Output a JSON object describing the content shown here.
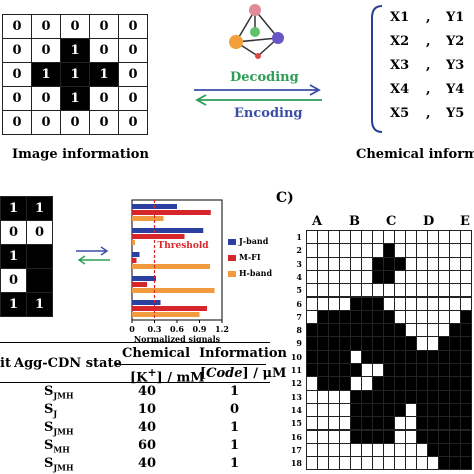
{
  "image_grid": {
    "rows": [
      [
        "0",
        "0",
        "0",
        "0",
        "0"
      ],
      [
        "0",
        "0",
        "1",
        "0",
        "0"
      ],
      [
        "0",
        "1",
        "1",
        "1",
        "0"
      ],
      [
        "0",
        "0",
        "1",
        "0",
        "0"
      ],
      [
        "0",
        "0",
        "0",
        "0",
        "0"
      ]
    ],
    "caption": "Image information"
  },
  "decode_label": "Decoding",
  "encode_label": "Encoding",
  "colors": {
    "decode": "#2e9e57",
    "encode": "#3a4ea6",
    "brace": "#2b3f8f",
    "jband": "#2b3fa0",
    "mfi": "#d7262b",
    "hband": "#f29a3e",
    "threshold": "#d7262b"
  },
  "molecule_icon": "molecular-cluster-icon",
  "chemical": {
    "pairs": [
      {
        "x": "X1",
        "sep": ",",
        "y": "Y1"
      },
      {
        "x": "X2",
        "sep": ",",
        "y": "Y2"
      },
      {
        "x": "X3",
        "sep": ",",
        "y": "Y3"
      },
      {
        "x": "X4",
        "sep": ",",
        "y": "Y4"
      },
      {
        "x": "X5",
        "sep": ",",
        "y": "Y5"
      }
    ],
    "caption": "Chemical informat"
  },
  "left_partial_grid": {
    "rows": [
      [
        "1",
        "1"
      ],
      [
        "0",
        "0"
      ],
      [
        "1",
        ""
      ],
      [
        "0",
        ""
      ],
      [
        "1",
        "1"
      ]
    ]
  },
  "chart_data": {
    "type": "bar",
    "orientation": "horizontal",
    "series": [
      {
        "name": "J-band",
        "values": [
          0.6,
          0.95,
          0.1,
          0.32,
          0.38
        ]
      },
      {
        "name": "M-FI",
        "values": [
          1.05,
          0.7,
          0.06,
          0.2,
          1.0
        ]
      },
      {
        "name": "H-band",
        "values": [
          0.42,
          0.04,
          1.04,
          1.1,
          0.9
        ]
      }
    ],
    "threshold": 0.3,
    "threshold_label": "Threshold",
    "xlabel": "Normalized signals",
    "xticks": [
      "0",
      "0.3",
      "0.6",
      "0.9",
      "1.2"
    ],
    "xlim": [
      0,
      1.2
    ],
    "legend_position": "right"
  },
  "table": {
    "headers": {
      "col0": "it",
      "col1": "Agg-CDN state",
      "group": "Chemical  Information",
      "col2": "[K⁺] / mM",
      "col3": "[Code] / μM"
    },
    "rows": [
      {
        "state_main": "S",
        "state_sub": "JMH",
        "k": "40",
        "code": "1"
      },
      {
        "state_main": "S",
        "state_sub": "J",
        "k": "10",
        "code": "0"
      },
      {
        "state_main": "S",
        "state_sub": "JMH",
        "k": "40",
        "code": "1"
      },
      {
        "state_main": "S",
        "state_sub": "MH",
        "k": "60",
        "code": "1"
      },
      {
        "state_main": "S",
        "state_sub": "JMH",
        "k": "40",
        "code": "1"
      }
    ]
  },
  "panel_c": {
    "label": "C)",
    "col_labels": [
      "A",
      "B",
      "C",
      "D",
      "E"
    ],
    "row_labels": [
      "1",
      "2",
      "3",
      "4",
      "5",
      "6",
      "7",
      "8",
      "9",
      "10",
      "11",
      "12",
      "13",
      "14",
      "15",
      "16",
      "17",
      "18"
    ],
    "cells": [
      "000000000000000",
      "000000010000000",
      "000000111000000",
      "000000110000000",
      "000000000000000",
      "000011100000000",
      "011111110000001",
      "111111111000011",
      "111111111100111",
      "111101111111111",
      "111110011111111",
      "011100111111111",
      "000011111111111",
      "000011111011111",
      "000011110011111",
      "000011110011111",
      "000000000001111",
      "000000000000111"
    ]
  }
}
